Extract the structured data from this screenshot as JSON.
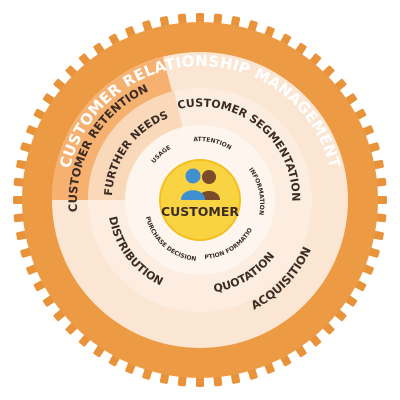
{
  "title": "CUSTOMER RELATIONSHIP MANAGEMENT",
  "center": {
    "label": "CUSTOMER",
    "icon": "users-icon"
  },
  "outer_ring": {
    "retention": "CUSTOMER RETENTION",
    "acquisition": "ACQUISITION"
  },
  "middle_ring": {
    "segmentation": "CUSTOMER SEGMENTATION",
    "further_needs": "FURTHER NEEDS",
    "distribution": "DISTRIBUTION",
    "quotation": "QUOTATION"
  },
  "inner_ring": {
    "attention": "ATTENTION",
    "information": "INFORMATION",
    "option_formation": "OPTION FORMATION",
    "purchase_decision": "PURCHASE DECISION",
    "usage": "USAGE"
  },
  "colors": {
    "gear": "#ED9A44",
    "gear_teeth": "#E8923A",
    "outer_ring": "#FBE6D3",
    "retention_segment": "#F6B171",
    "middle_ring": "#FCEDE0",
    "middle_highlight": "#FAD9BB",
    "inner_ring": "#FEF6EE",
    "center_fill": "#F9D342",
    "center_stroke": "#F3C020",
    "text_dark": "#3A2C25",
    "text_light": "#ffffff",
    "icon_left": "#3F8FD1",
    "icon_right": "#7A4A2A"
  }
}
